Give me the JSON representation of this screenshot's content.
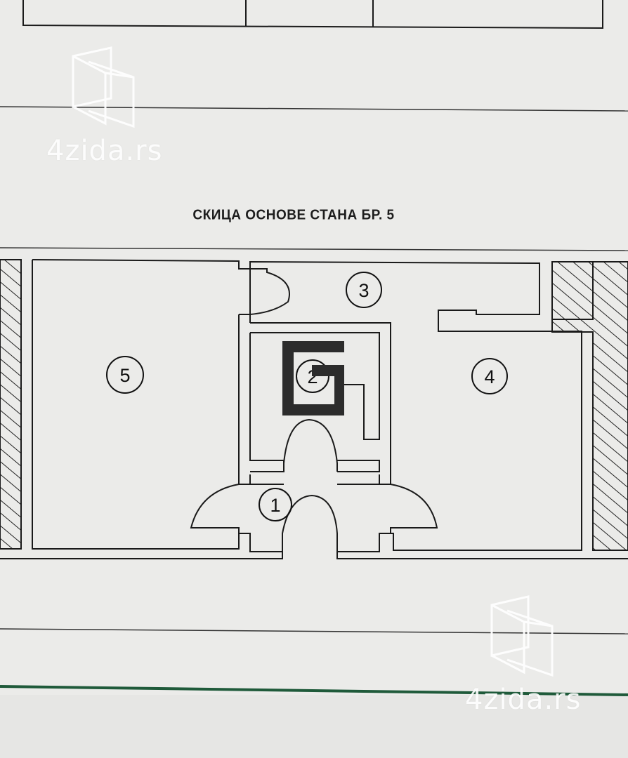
{
  "title": "СКИЦА ОСНОВЕ СТАНА БР. 5",
  "rooms": [
    {
      "number": "1"
    },
    {
      "number": "2"
    },
    {
      "number": "3"
    },
    {
      "number": "4"
    },
    {
      "number": "5"
    }
  ],
  "watermark": {
    "text": "4zida.rs",
    "logo": "4zida-cube-logo"
  },
  "center_logo": "g-logo",
  "colors": {
    "paper": "#ebebe9",
    "ink": "#1a1a1a",
    "green_edge": "#1f5a3a"
  }
}
